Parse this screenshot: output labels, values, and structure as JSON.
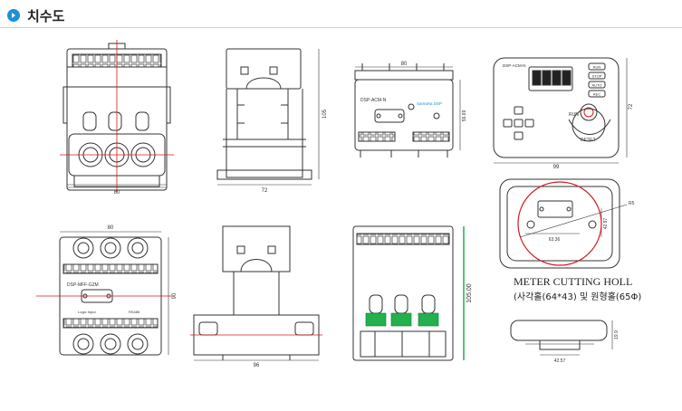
{
  "header": {
    "title": "치수도",
    "bullet_icon": "chevron-right-circle-icon"
  },
  "dims": {
    "v1_width": "80",
    "v2_width": "72",
    "v2_height": "105",
    "v3_width": "80",
    "v3_height": "59.69",
    "v4_width": "99",
    "v4_height": "72",
    "v5_width": "80",
    "v5_height": "90",
    "v6_width": "96",
    "v7_height": "105.00",
    "cut_w": "63.36",
    "cut_h": "42.97",
    "cut_r": "R5",
    "v9_depth": "19.9",
    "v9_width": "42.57"
  },
  "device_labels": {
    "acm_model": "DSP-ACM-N",
    "acm_brand": "Samwha DSP",
    "front_model": "DSP-ACM-N",
    "mff_model": "DSP-MFF-G2M",
    "panel_digits": [
      "8",
      "8",
      "8",
      "8"
    ],
    "panel_side_buttons": [
      "RUN",
      "STOP",
      "AUTO",
      "REC"
    ],
    "panel_run": "RUN",
    "panel_reset": "RESET",
    "terminal_text": "Logic Input",
    "terminal_text2": "RS485"
  },
  "cutting": {
    "title": "METER CUTTING HOLL",
    "subtitle": "(사각홀(64*43) 및 원형홀(65Φ)"
  },
  "colors": {
    "accent": "#1f8fd6",
    "redline": "#d21a1a",
    "greenline": "#22b14c",
    "cutcircle": "#d21a1a"
  }
}
